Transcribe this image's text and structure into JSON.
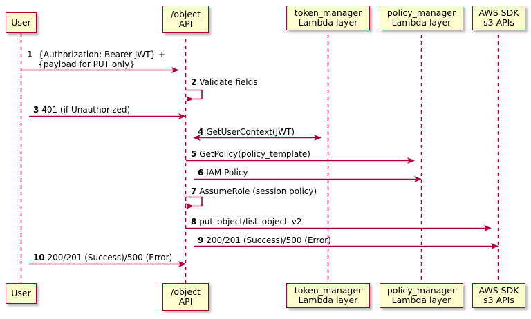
{
  "diagram": {
    "type": "sequence-diagram",
    "title": "",
    "colors": {
      "box_fill": "#FEFECE",
      "box_border": "#A80036",
      "line": "#A80036",
      "lifeline": "#A80036",
      "text": "#000000",
      "background": "#FFFFFF"
    }
  },
  "participants": [
    {
      "id": "user",
      "line1": "User",
      "line2": ""
    },
    {
      "id": "object_api",
      "line1": "/object",
      "line2": "API"
    },
    {
      "id": "token_manager",
      "line1": "token_manager",
      "line2": "Lambda layer"
    },
    {
      "id": "policy_manager",
      "line1": "policy_manager",
      "line2": "Lambda layer"
    },
    {
      "id": "aws_sdk",
      "line1": "AWS SDK",
      "line2": "s3 APIs"
    }
  ],
  "messages": [
    {
      "num": "1",
      "text_line1": "{Authorization: Bearer JWT} +",
      "text_line2": "{payload for PUT only}",
      "from": "user",
      "to": "object_api",
      "kind": "forward"
    },
    {
      "num": "2",
      "text_line1": "Validate fields",
      "text_line2": "",
      "from": "object_api",
      "to": "object_api",
      "kind": "self"
    },
    {
      "num": "3",
      "text_line1": "401 (if Unauthorized)",
      "text_line2": "",
      "from": "object_api",
      "to": "user",
      "kind": "backward"
    },
    {
      "num": "4",
      "text_line1": "GetUserContext(JWT)",
      "text_line2": "",
      "from": "object_api",
      "to": "token_manager",
      "kind": "bidirectional"
    },
    {
      "num": "5",
      "text_line1": "GetPolicy(policy_template)",
      "text_line2": "",
      "from": "object_api",
      "to": "policy_manager",
      "kind": "forward"
    },
    {
      "num": "6",
      "text_line1": "IAM Policy",
      "text_line2": "",
      "from": "policy_manager",
      "to": "object_api",
      "kind": "backward"
    },
    {
      "num": "7",
      "text_line1": "AssumeRole (session policy)",
      "text_line2": "",
      "from": "object_api",
      "to": "object_api",
      "kind": "self"
    },
    {
      "num": "8",
      "text_line1": "put_object/list_object_v2",
      "text_line2": "",
      "from": "object_api",
      "to": "aws_sdk",
      "kind": "forward"
    },
    {
      "num": "9",
      "text_line1": "200/201 (Success)/500 (Error)",
      "text_line2": "",
      "from": "aws_sdk",
      "to": "object_api",
      "kind": "backward"
    },
    {
      "num": "10",
      "text_line1": "200/201 (Success)/500 (Error)",
      "text_line2": "",
      "from": "object_api",
      "to": "user",
      "kind": "backward"
    }
  ]
}
